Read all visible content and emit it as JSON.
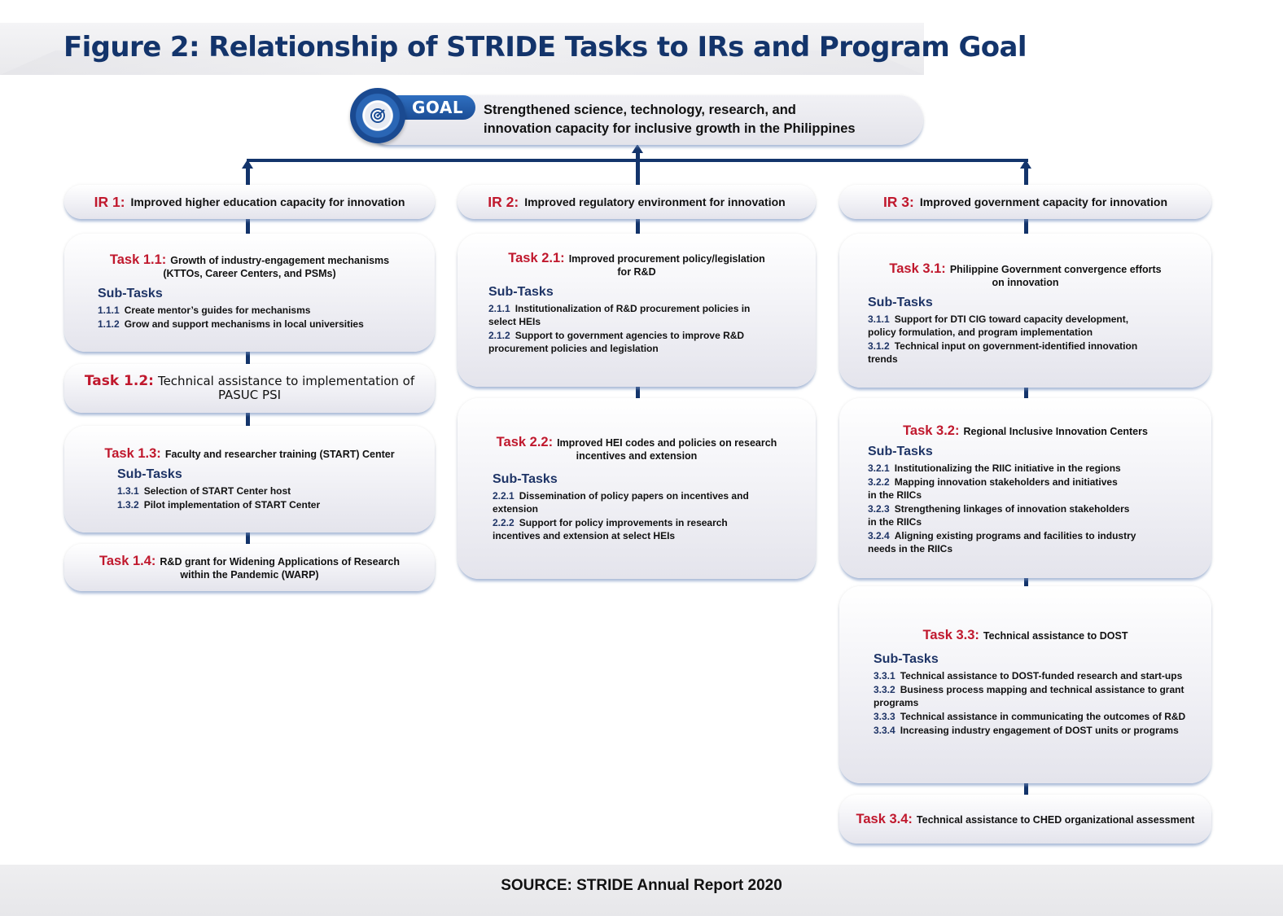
{
  "title": "Figure 2: Relationship of STRIDE Tasks to IRs and Program Goal",
  "goal": {
    "tag": "GOAL",
    "icon": "target-icon",
    "line1": "Strengthened science, technology, research, and",
    "line2": "innovation capacity for inclusive growth in the Philippines"
  },
  "irs": [
    {
      "label": "IR 1:",
      "text": "Improved higher education capacity for innovation"
    },
    {
      "label": "IR 2:",
      "text": "Improved regulatory environment for innovation"
    },
    {
      "label": "IR 3:",
      "text": "Improved government capacity for innovation"
    }
  ],
  "subtasks_label": "Sub-Tasks",
  "tasks": {
    "t11": {
      "label": "Task 1.1:",
      "line1": "Growth of industry-engagement mechanisms",
      "line2": "(KTTOs, Career Centers, and PSMs)",
      "items": [
        {
          "num": "1.1.1",
          "text": "Create mentor’s guides for mechanisms"
        },
        {
          "num": "1.1.2",
          "text": "Grow and support mechanisms in local universities"
        }
      ]
    },
    "t12": {
      "label": "Task 1.2:",
      "line1": "Technical assistance to implementation of",
      "line2": "PASUC PSI"
    },
    "t13": {
      "label": "Task 1.3:",
      "line1": "Faculty and researcher training (START) Center",
      "items": [
        {
          "num": "1.3.1",
          "text": "Selection of START Center host"
        },
        {
          "num": "1.3.2",
          "text": "Pilot implementation of START Center"
        }
      ]
    },
    "t14": {
      "label": "Task 1.4:",
      "line1": "R&D grant for Widening Applications of Research",
      "line2": "within the Pandemic (WARP)"
    },
    "t21": {
      "label": "Task 2.1:",
      "line1": "Improved procurement policy/legislation",
      "line2": "for R&D",
      "items": [
        {
          "num": "2.1.1",
          "text": "Institutionalization of R&D procurement policies in",
          "cont": "select HEIs"
        },
        {
          "num": "2.1.2",
          "text": "Support to government agencies to improve R&D",
          "cont": "procurement policies and legislation"
        }
      ]
    },
    "t22": {
      "label": "Task 2.2:",
      "line1": "Improved HEI codes and policies on research",
      "line2": "incentives and extension",
      "items": [
        {
          "num": "2.2.1",
          "text": "Dissemination of policy papers on incentives and",
          "cont": "extension"
        },
        {
          "num": "2.2.2",
          "text": "Support for policy improvements in research",
          "cont": "incentives and extension at select HEIs"
        }
      ]
    },
    "t31": {
      "label": "Task 3.1:",
      "line1": "Philippine Government convergence efforts",
      "line2": "on innovation",
      "items": [
        {
          "num": "3.1.1",
          "text": "Support for DTI CIG toward capacity development,",
          "cont": "policy formulation, and program implementation"
        },
        {
          "num": "3.1.2",
          "text": "Technical input on government-identified innovation",
          "cont": "trends"
        }
      ]
    },
    "t32": {
      "label": "Task 3.2:",
      "line1": "Regional Inclusive Innovation Centers",
      "items": [
        {
          "num": "3.2.1",
          "text": "Institutionalizing the RIIC initiative in the regions"
        },
        {
          "num": "3.2.2",
          "text": "Mapping innovation stakeholders and initiatives",
          "cont": "in the RIICs"
        },
        {
          "num": "3.2.3",
          "text": "Strengthening linkages of innovation stakeholders",
          "cont": "in the RIICs"
        },
        {
          "num": "3.2.4",
          "text": "Aligning existing programs and facilities to industry",
          "cont": "needs in the RIICs"
        }
      ]
    },
    "t33": {
      "label": "Task 3.3:",
      "line1": "Technical assistance to DOST",
      "items": [
        {
          "num": "3.3.1",
          "text": "Technical assistance to DOST-funded research and start-ups"
        },
        {
          "num": "3.3.2",
          "text": "Business process mapping and technical assistance to grant",
          "cont": "programs"
        },
        {
          "num": "3.3.3",
          "text": "Technical assistance in communicating the outcomes of R&D"
        },
        {
          "num": "3.3.4",
          "text": "Increasing industry engagement of DOST units or programs"
        }
      ]
    },
    "t34": {
      "label": "Task 3.4:",
      "line1": "Technical assistance to CHED organizational assessment"
    }
  },
  "source": "SOURCE:  STRIDE Annual Report 2020",
  "colors": {
    "navy": "#13346b",
    "red": "#c0182d",
    "goal_blue": "#1b4d96"
  }
}
